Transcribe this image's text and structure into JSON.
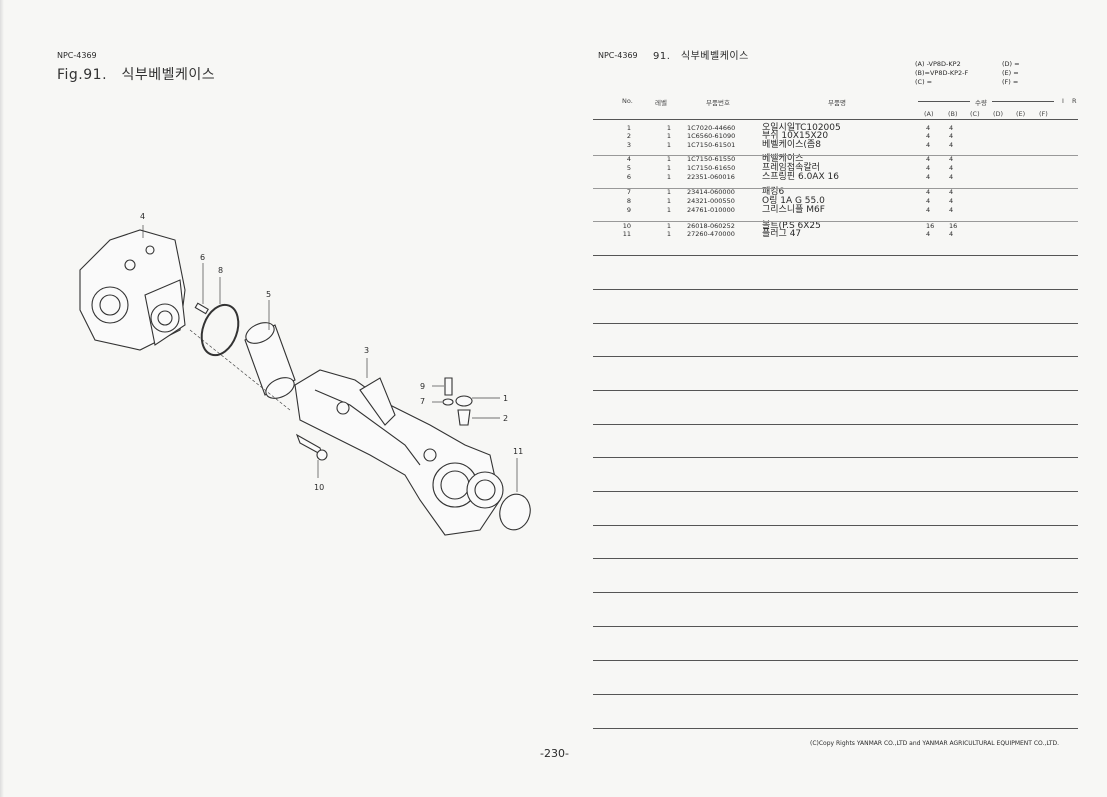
{
  "left": {
    "code": "NPC-4369",
    "title": "Fig.91.　식부베벨케이스"
  },
  "right": {
    "code": "NPC-4369",
    "title": "91.　식부베벨케이스"
  },
  "models": {
    "a": "(A) -VP8D-KP2",
    "b": "(B)=VP8D-KP2-F",
    "c": "(C) =",
    "d": "(D) =",
    "e": "(E) =",
    "f": "(F) ="
  },
  "table": {
    "headers": {
      "no": "No.",
      "level": "레벨",
      "part_no": "부품번호",
      "part_name": "부품명",
      "qty": "수량",
      "r": "R",
      "a": "(A)",
      "b": "(B)",
      "c": "(C)",
      "d": "(D)",
      "e": "(E)",
      "f": "(F)"
    },
    "rows": [
      {
        "no": "1",
        "lv": "1",
        "pn": "1C7020-44660",
        "name": "오일시일TC102005",
        "a": "4",
        "b": "4"
      },
      {
        "no": "2",
        "lv": "1",
        "pn": "1C6560-61090",
        "name": "부쉬 10X15X20",
        "a": "4",
        "b": "4"
      },
      {
        "no": "3",
        "lv": "1",
        "pn": "1C7150-61501",
        "name": "베벨케이스(좀8",
        "a": "4",
        "b": "4"
      },
      {
        "no": "4",
        "lv": "1",
        "pn": "1C7150-61550",
        "name": "베벨케이스",
        "a": "4",
        "b": "4"
      },
      {
        "no": "5",
        "lv": "1",
        "pn": "1C7150-61650",
        "name": "프레임접속칼러",
        "a": "4",
        "b": "4"
      },
      {
        "no": "6",
        "lv": "1",
        "pn": "22351-060016",
        "name": "스프링핀 6.0AX 16",
        "a": "4",
        "b": "4"
      },
      {
        "no": "7",
        "lv": "1",
        "pn": "23414-060000",
        "name": "패킹6",
        "a": "4",
        "b": "4"
      },
      {
        "no": "8",
        "lv": "1",
        "pn": "24321-000550",
        "name": "O링 1A G 55.0",
        "a": "4",
        "b": "4"
      },
      {
        "no": "9",
        "lv": "1",
        "pn": "24761-010000",
        "name": "그리스니플 M6F",
        "a": "4",
        "b": "4"
      },
      {
        "no": "10",
        "lv": "1",
        "pn": "26018-060252",
        "name": "볼트(P.S 6X25",
        "a": "16",
        "b": "16"
      },
      {
        "no": "11",
        "lv": "1",
        "pn": "27260-470000",
        "name": "플러그 47",
        "a": "4",
        "b": "4"
      }
    ]
  },
  "callouts": [
    "1",
    "2",
    "3",
    "4",
    "5",
    "6",
    "7",
    "8",
    "9",
    "10",
    "11"
  ],
  "page_number": "-230-",
  "copyright": "(C)Copy Rights YANMAR CO.,LTD and YANMAR AGRICULTURAL EQUIPMENT CO.,LTD."
}
